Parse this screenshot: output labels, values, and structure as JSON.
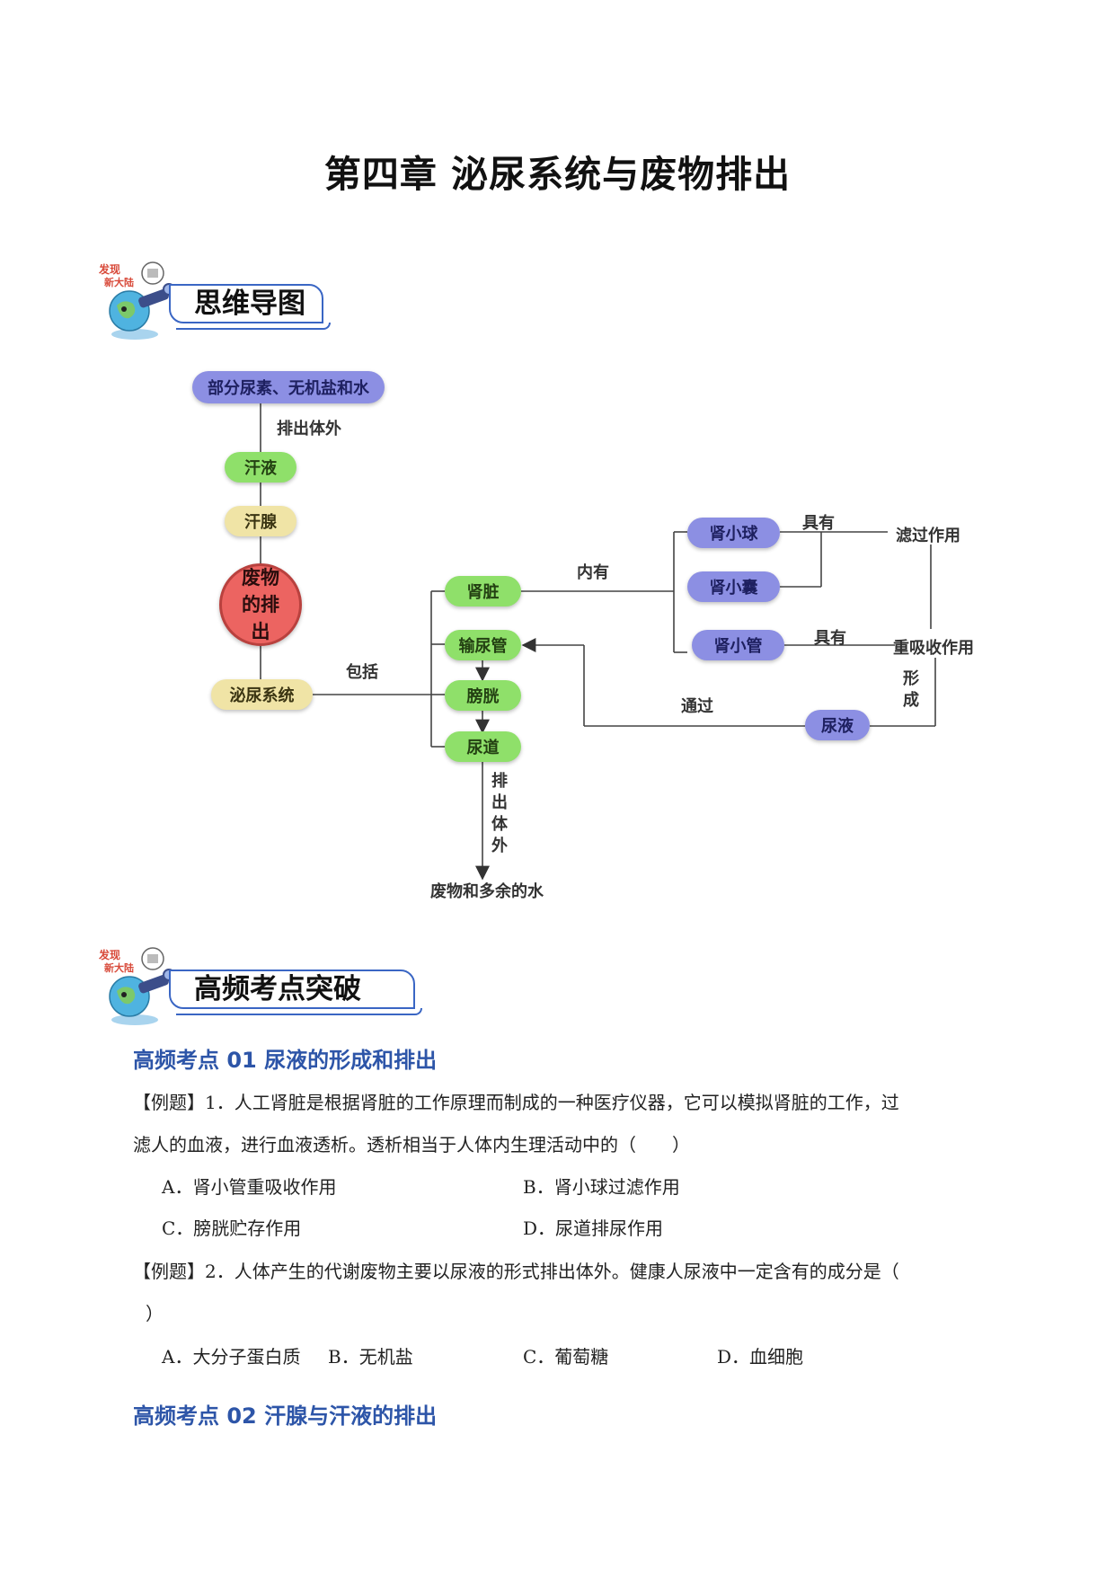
{
  "page_title": "第四章 泌尿系统与废物排出",
  "sections": {
    "mindmap_title": "思维导图",
    "highfreq_title": "高频考点突破"
  },
  "mindmap": {
    "nodes": {
      "top": "部分尿素、无机盐和水",
      "sweat": "汗液",
      "sweat_gland": "汗腺",
      "center": "废物的排出",
      "urinary": "泌尿系统",
      "kidney": "肾脏",
      "ureter": "输尿管",
      "bladder": "膀胱",
      "urethra": "尿道",
      "glomerulus": "肾小球",
      "capsule": "肾小囊",
      "tubule": "肾小管",
      "urine": "尿液",
      "waste": "废物和多余的水"
    },
    "labels": {
      "excrete1": "排出体外",
      "include": "包括",
      "contains": "内有",
      "has1": "具有",
      "has2": "具有",
      "filtration": "滤过作用",
      "reabsorption": "重吸收作用",
      "form": "形成",
      "through": "通过",
      "excrete2": "排出体外"
    }
  },
  "keypoint1": {
    "title": "高频考点 01 尿液的形成和排出",
    "q1": {
      "line1": "【例题】1．人工肾脏是根据肾脏的工作原理而制成的一种医疗仪器，它可以模拟肾脏的工作，过",
      "line2": "滤人的血液，进行血液透析。透析相当于人体内生理活动中的（　　）",
      "optA": "A．肾小管重吸收作用",
      "optB": "B．肾小球过滤作用",
      "optC": "C．膀胱贮存作用",
      "optD": "D．尿道排尿作用"
    },
    "q2": {
      "line1": "【例题】2．人体产生的代谢废物主要以尿液的形式排出体外。健康人尿液中一定含有的成分是（",
      "line2": "）",
      "optA": "A．大分子蛋白质",
      "optB": "B．无机盐",
      "optC": "C．葡萄糖",
      "optD": "D．血细胞"
    }
  },
  "keypoint2": {
    "title": "高频考点 02 汗腺与汗液的排出"
  },
  "colors": {
    "accent_blue": "#2d55a8",
    "node_purple": "#8c8fe3",
    "node_green": "#8fe06a",
    "node_yellow": "#f0e4a6",
    "node_red": "#ec6461"
  }
}
